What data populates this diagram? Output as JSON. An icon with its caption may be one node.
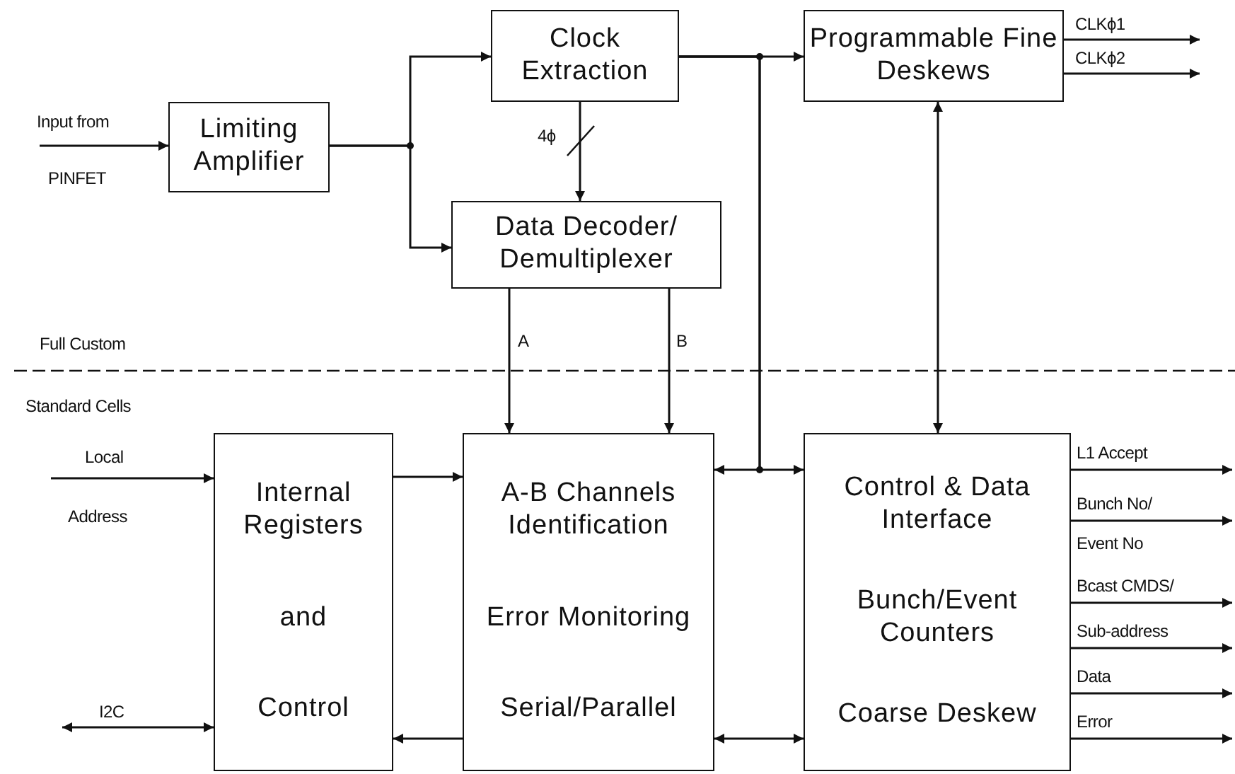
{
  "diagram": {
    "nodes": [
      {
        "text": [
          "Limiting Amplifier"
        ]
      },
      {
        "text": [
          "Clock Extraction"
        ]
      },
      {
        "text": [
          "Data Decoder/ Demultiplexer"
        ]
      },
      {
        "text": [
          "Programmable Fine Deskews"
        ]
      },
      {
        "text": [
          "Internal Registers",
          "and",
          "Control"
        ]
      },
      {
        "text": [
          "A-B Channels Identification",
          "Error Monitoring",
          "Serial/Parallel"
        ]
      },
      {
        "text": [
          "Control & Data Interface",
          "Bunch/Event Counters",
          "Coarse Deskew"
        ]
      }
    ],
    "edges": [
      {
        "from": null,
        "to": 0,
        "arrow": "to",
        "label": "Input from"
      },
      {
        "from": 0,
        "to": 1,
        "arrow": "to"
      },
      {
        "from": 0,
        "to": 2,
        "arrow": "to"
      },
      {
        "from": 1,
        "to": 2,
        "arrow": "to",
        "label": "4ϕ"
      },
      {
        "from": 1,
        "to": 3,
        "arrow": "to"
      },
      {
        "from": 1,
        "to": 5,
        "arrow": "to"
      },
      {
        "from": 1,
        "to": 6,
        "arrow": "to"
      },
      {
        "from": 2,
        "to": 5,
        "arrow": "to",
        "label": "A"
      },
      {
        "from": 2,
        "to": 5,
        "arrow": "to",
        "label": "B"
      },
      {
        "from": 3,
        "to": 6,
        "arrow": "both"
      },
      {
        "from": null,
        "to": 4,
        "arrow": "to",
        "label": "Local"
      },
      {
        "from": null,
        "to": 4,
        "arrow": "both",
        "label": "I2C"
      },
      {
        "from": 4,
        "to": 5,
        "arrow": "to"
      },
      {
        "from": 5,
        "to": 4,
        "arrow": "to"
      },
      {
        "from": 5,
        "to": 6,
        "arrow": "both"
      },
      {
        "from": 3,
        "to": null,
        "arrow": "to",
        "label": "CLKϕ1"
      },
      {
        "from": 3,
        "to": null,
        "arrow": "to",
        "label": "CLKϕ2"
      },
      {
        "from": 6,
        "to": null,
        "arrow": "to",
        "label": "L1 Accept"
      },
      {
        "from": 6,
        "to": null,
        "arrow": "to",
        "label": "Bunch No/"
      },
      {
        "from": 6,
        "to": null,
        "arrow": "to",
        "label": "Bcast CMDS/"
      },
      {
        "from": 6,
        "to": null,
        "arrow": "to",
        "label": "Sub-address"
      },
      {
        "from": 6,
        "to": null,
        "arrow": "to",
        "label": "Data"
      },
      {
        "from": 6,
        "to": null,
        "arrow": "to",
        "label": "Error"
      }
    ],
    "labels": [
      "Full Custom",
      "Standard Cells",
      "PINFET",
      "Address",
      "Event No"
    ]
  }
}
